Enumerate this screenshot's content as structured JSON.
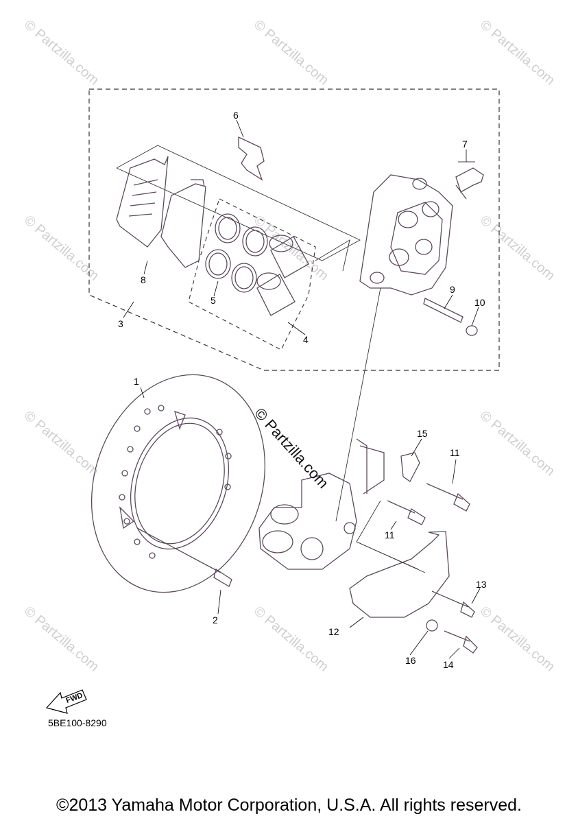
{
  "diagram": {
    "part_numbers": [
      "1",
      "2",
      "3",
      "4",
      "5",
      "6",
      "7",
      "8",
      "9",
      "10",
      "11",
      "11",
      "12",
      "13",
      "14",
      "15",
      "16"
    ],
    "diagram_code": "5BE100-8290",
    "fwd_label": "FWD"
  },
  "watermark": {
    "text": "© Partzilla.com",
    "center_text": "© Partzilla.com"
  },
  "footer": {
    "copyright": "©2013 Yamaha Motor Corporation, U.S.A. All rights reserved."
  }
}
